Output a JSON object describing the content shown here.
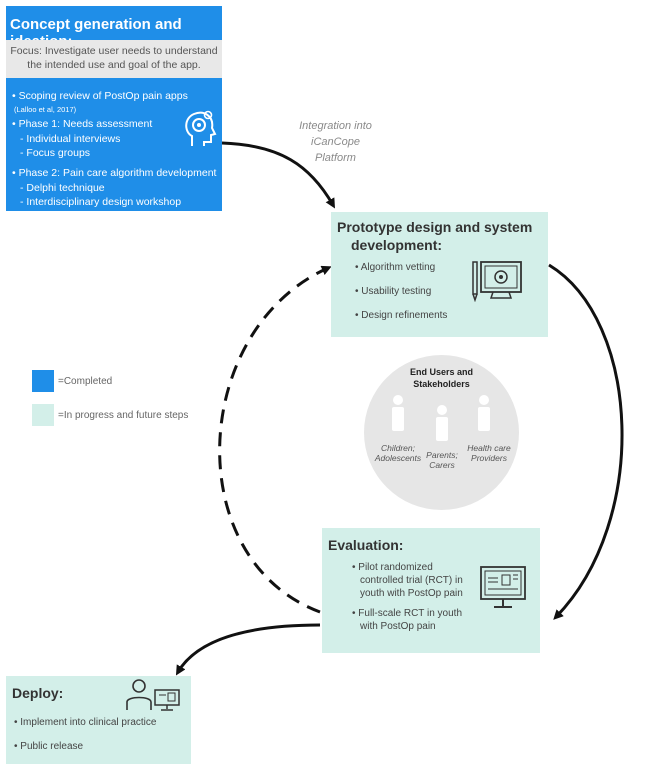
{
  "concept": {
    "title": "Concept generation and ideation:",
    "focus_line1": "Focus: Investigate user needs to understand",
    "focus_line2": "the intended use and goal of the app.",
    "bullets": [
      "• Scoping review of PostOp pain apps",
      "(Lalloo et al, 2017)",
      "• Phase 1: Needs assessment",
      "- Individual interviews",
      "- Focus groups",
      "• Phase 2: Pain care algorithm development",
      "- Delphi technique",
      "- Interdisciplinary design workshop"
    ],
    "color": "#1f8ee8"
  },
  "integration": {
    "line1": "Integration into",
    "line2": "iCanCope",
    "line3": "Platform"
  },
  "prototype": {
    "title_line1": "Prototype design and system",
    "title_line2": "development:",
    "bullets": [
      "• Algorithm vetting",
      "• Usability testing",
      "• Design refinements"
    ]
  },
  "users": {
    "title_line1": "End Users and",
    "title_line2": "Stakeholders",
    "groups": [
      {
        "line1": "Children;",
        "line2": "Adolescents"
      },
      {
        "line1": "Parents;",
        "line2": "Carers"
      },
      {
        "line1": "Health care",
        "line2": "Providers"
      }
    ]
  },
  "legend": {
    "completed": "=Completed",
    "in_progress": "=In progress and future steps",
    "completed_color": "#1f8ee8",
    "in_progress_color": "#d3efe9"
  },
  "evaluation": {
    "title": "Evaluation:",
    "bullets": [
      "• Pilot randomized",
      "controlled trial (RCT) in",
      "youth with PostOp pain",
      "• Full-scale RCT in youth",
      "with PostOp pain"
    ]
  },
  "deploy": {
    "title": "Deploy:",
    "bullets": [
      "• Implement into clinical practice",
      "• Public release"
    ]
  }
}
